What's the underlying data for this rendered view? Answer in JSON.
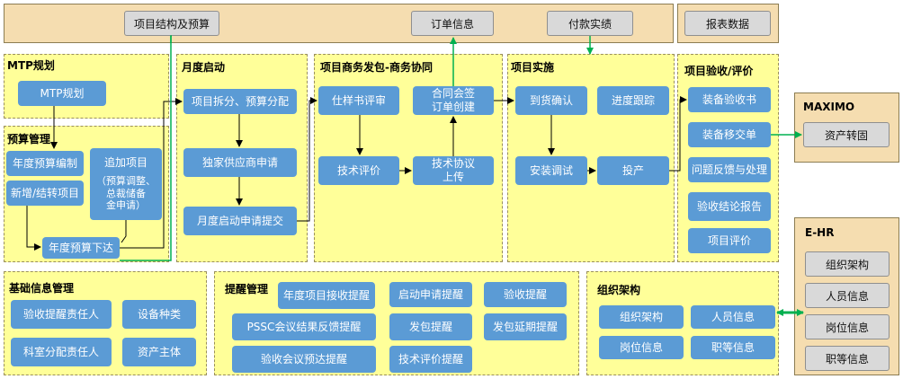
{
  "top_bar": {
    "project_budget": "项目结构及预算",
    "order_info": "订单信息",
    "payment": "付款实绩",
    "report": "报表数据"
  },
  "mtp": {
    "title": "MTP规划",
    "box": "MTP规划"
  },
  "budget": {
    "title": "预算管理",
    "annual_compile": "年度预算编制",
    "add_project": "追加项目",
    "add_project_note": "（预算调整、\n总裁储备\n金申请）",
    "new_transfer": "新增/结转项目",
    "annual_issue": "年度预算下达"
  },
  "monthly": {
    "title": "月度启动",
    "split": "项目拆分、预算分配",
    "sole_supplier": "独家供应商申请",
    "submit": "月度启动申请提交"
  },
  "business": {
    "title": "项目商务发包-商务协同",
    "spec_review": "仕样书评审",
    "contract": "合同会签\n订单创建",
    "tech_eval": "技术评价",
    "tech_agreement": "技术协议\n上传"
  },
  "impl": {
    "title": "项目实施",
    "arrival": "到货确认",
    "progress": "进度跟踪",
    "install": "安装调试",
    "production": "投产"
  },
  "acceptance": {
    "title": "项目验收/评价",
    "equip_accept": "装备验收书",
    "equip_transfer": "装备移交单",
    "feedback": "问题反馈与处理",
    "report": "验收结论报告",
    "evaluation": "项目评价"
  },
  "maximo": {
    "title": "MAXIMO",
    "asset": "资产转固"
  },
  "ehr": {
    "title": "E-HR",
    "items": [
      "组织架构",
      "人员信息",
      "岗位信息",
      "职等信息"
    ]
  },
  "basic_info": {
    "title": "基础信息管理",
    "items": [
      "验收提醒责任人",
      "设备种类",
      "科室分配责任人",
      "资产主体"
    ]
  },
  "reminder": {
    "title": "提醒管理",
    "items": [
      "年度项目接收提醒",
      "启动申请提醒",
      "验收提醒",
      "PSSC会议结果反馈提醒",
      "发包提醒",
      "发包延期提醒",
      "验收会议预达提醒",
      "技术评价提醒"
    ]
  },
  "org": {
    "title": "组织架构",
    "items": [
      "组织架构",
      "人员信息",
      "岗位信息",
      "职等信息"
    ]
  },
  "colors": {
    "box_blue": "#5b9bd5",
    "panel_yellow": "#ffff99",
    "panel_beige": "#f5ddb0",
    "connector_green": "#00b050",
    "gray_box": "#d9d9d9"
  }
}
